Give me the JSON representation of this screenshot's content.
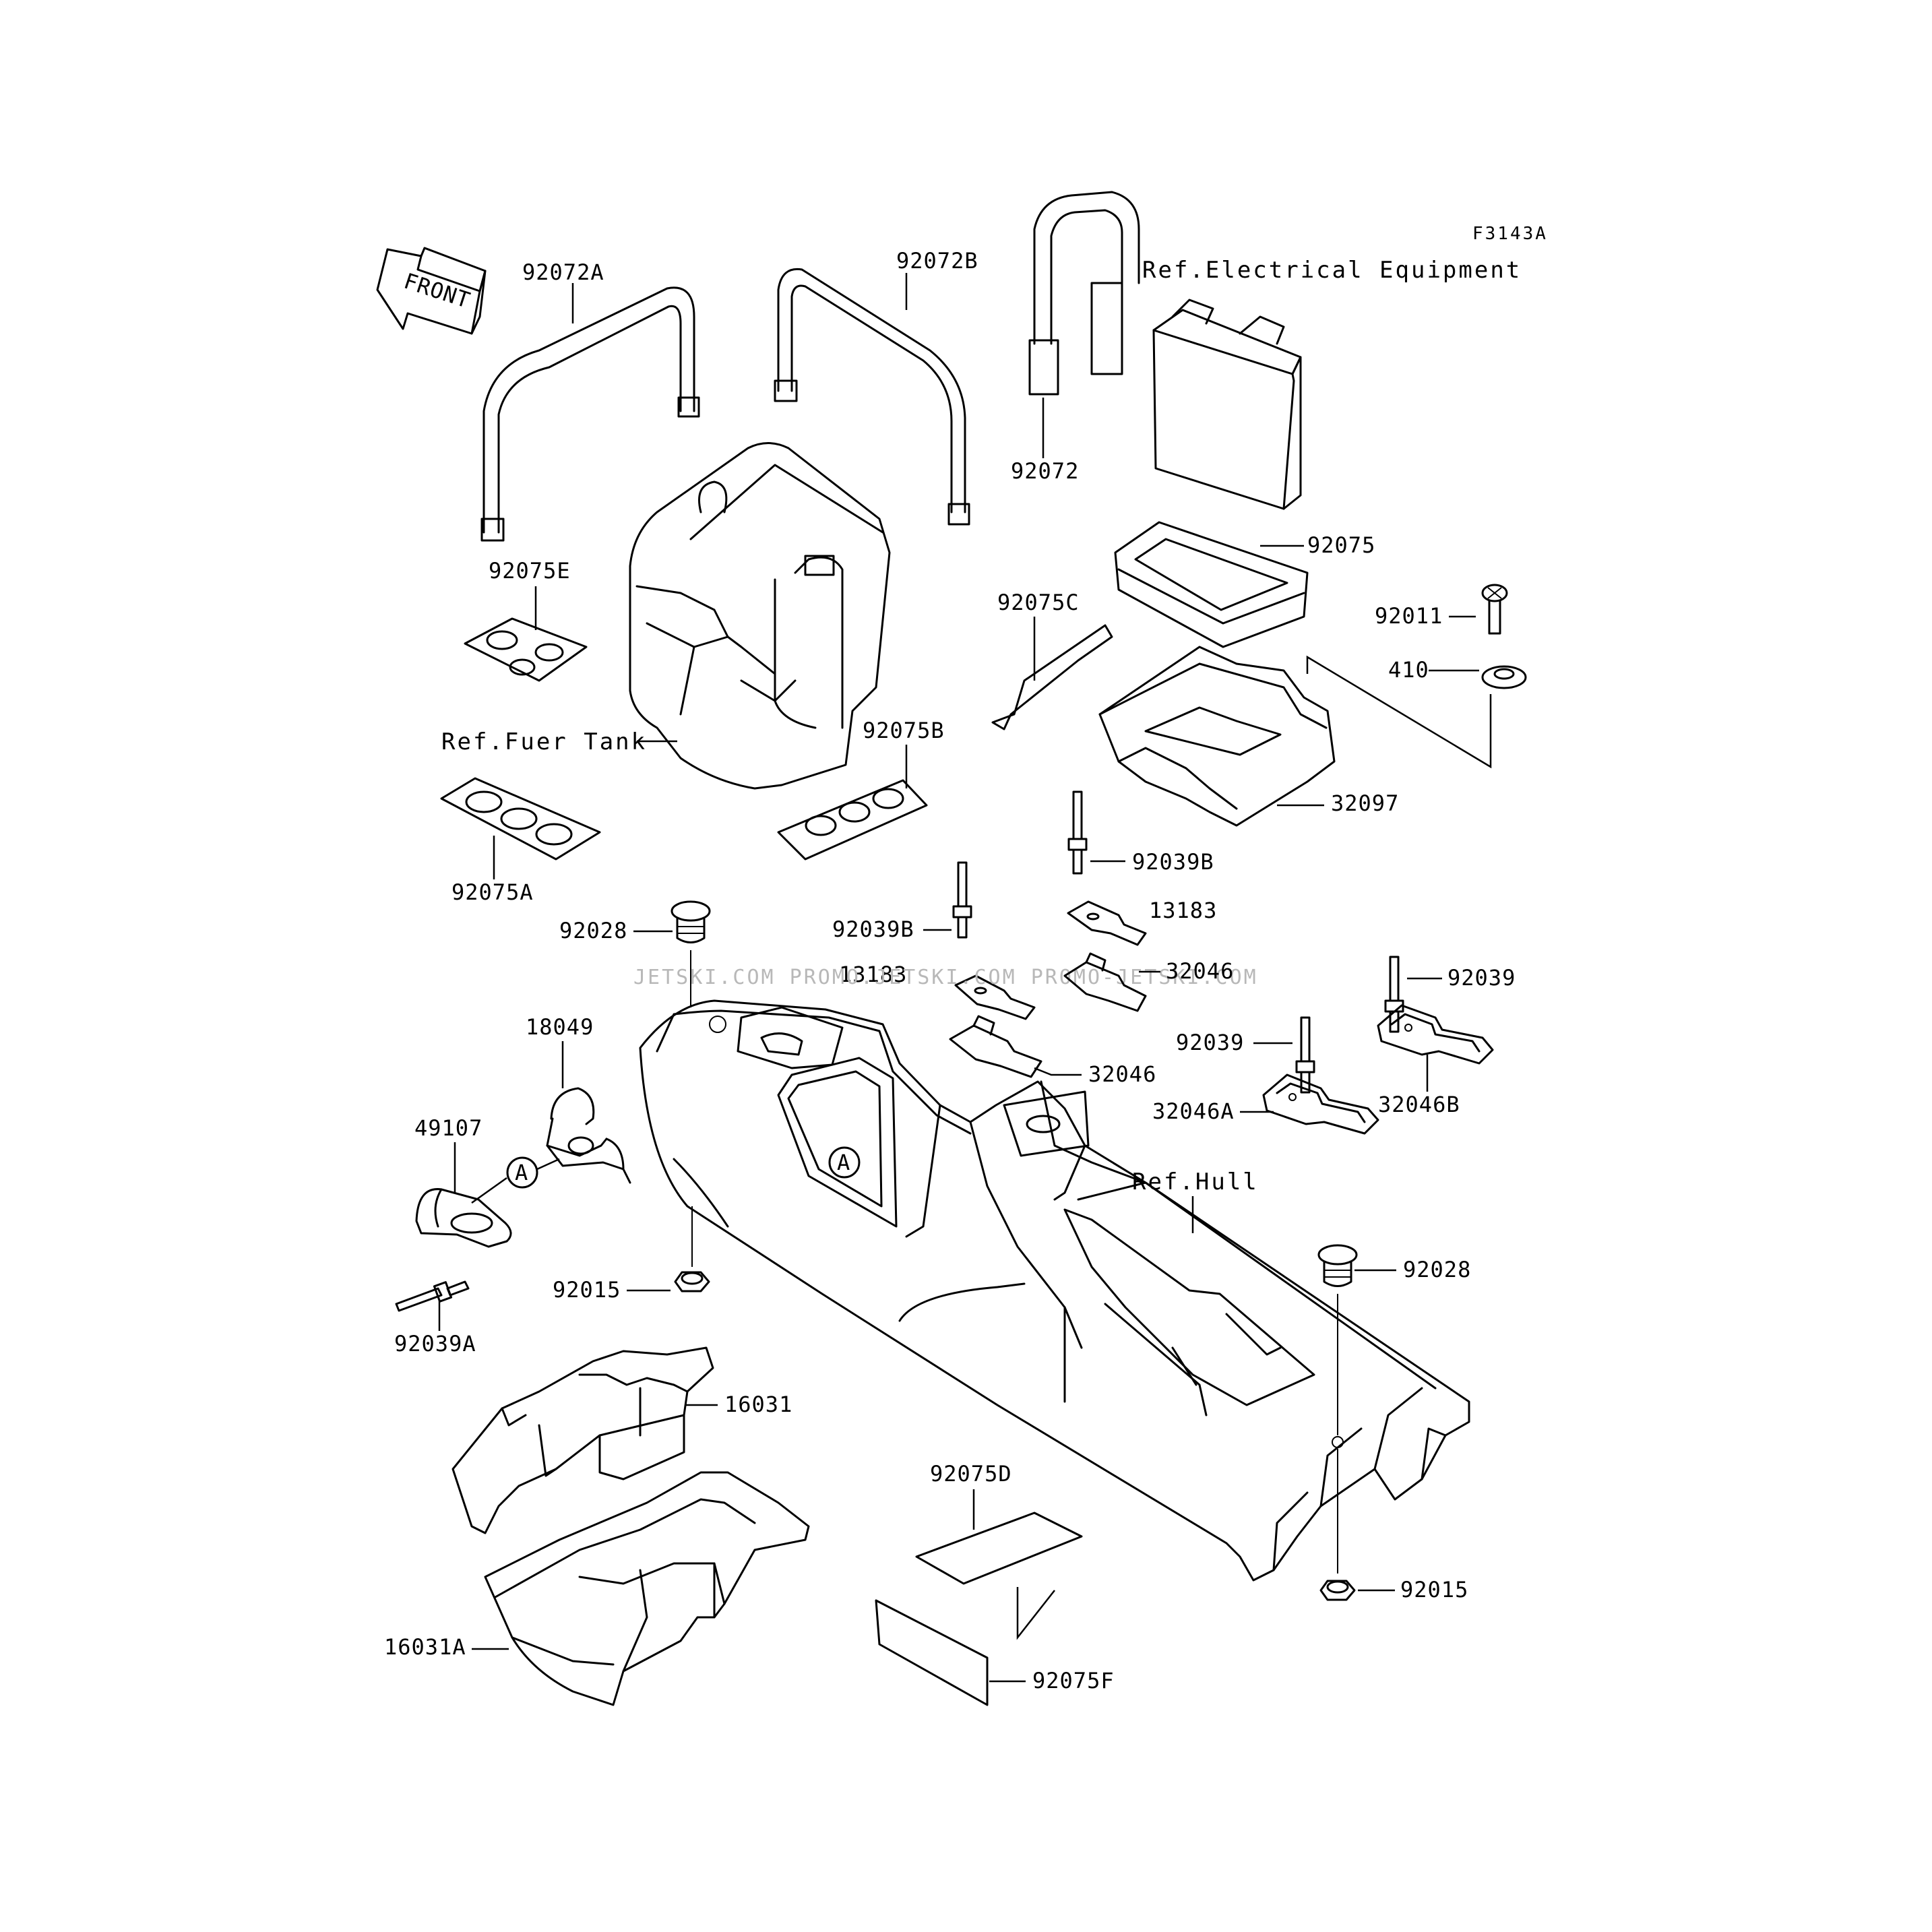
{
  "diagram": {
    "figure_code": "F3143A",
    "front_arrow_label": "FRONT",
    "watermark": "JETSKI.COM  PROMO.JETSKI.COM  PROMO-JETSKI.COM",
    "references": {
      "electrical": "Ref.Electrical Equipment",
      "fuel_tank": "Ref.Fuer Tank",
      "hull": "Ref.Hull"
    },
    "callout_marker": "A",
    "parts": {
      "p92072A": "92072A",
      "p92072B": "92072B",
      "p92072": "92072",
      "p92075": "92075",
      "p92075E": "92075E",
      "p92075C": "92075C",
      "p92011": "92011",
      "p410": "410",
      "p92075B": "92075B",
      "p32097": "32097",
      "p92075A": "92075A",
      "p92039B_1": "92039B",
      "p92039B_2": "92039B",
      "p13183_1": "13183",
      "p13183_2": "13183",
      "p92028_1": "92028",
      "p32046_1": "32046",
      "p32046_2": "32046",
      "p92039_1": "92039",
      "p92039_2": "92039",
      "p18049": "18049",
      "p32046A": "32046A",
      "p32046B": "32046B",
      "p49107": "49107",
      "p92015_1": "92015",
      "p92028_2": "92028",
      "p92039A": "92039A",
      "p16031": "16031",
      "p92075D": "92075D",
      "p92015_2": "92015",
      "p16031A": "16031A",
      "p92075F": "92075F"
    }
  }
}
